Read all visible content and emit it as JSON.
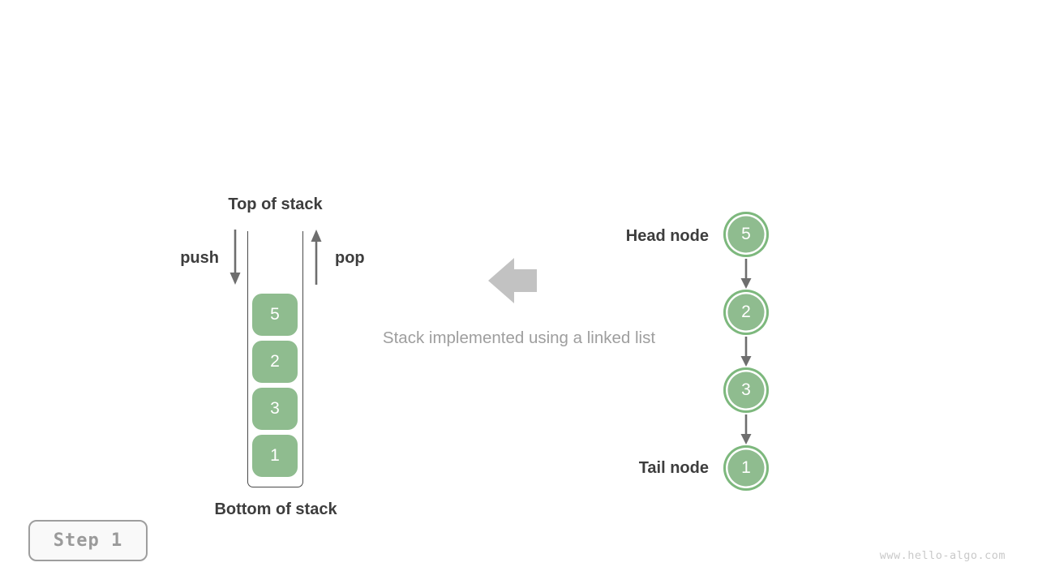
{
  "stack_panel": {
    "top_label": "Top of stack",
    "bottom_label": "Bottom of stack",
    "push_label": "push",
    "pop_label": "pop",
    "items": [
      "5",
      "2",
      "3",
      "1"
    ]
  },
  "middle": {
    "caption": "Stack implemented using a linked list"
  },
  "linked_list": {
    "head_label": "Head node",
    "tail_label": "Tail node",
    "nodes": [
      "5",
      "2",
      "3",
      "1"
    ]
  },
  "footer": {
    "step_label": "Step 1",
    "watermark": "www.hello-algo.com"
  },
  "colors": {
    "node_green_fill": "#8fbc8f",
    "node_green_ring": "#7db87d",
    "item_text": "#ffffff",
    "dark_text": "#3d3d3d",
    "gray_text": "#9e9e9e",
    "arrow_gray": "#6e6e6e",
    "block_arrow_gray": "#c2c2c2",
    "container_border": "#4a4a4a",
    "watermark_gray": "#c9c9c9"
  }
}
